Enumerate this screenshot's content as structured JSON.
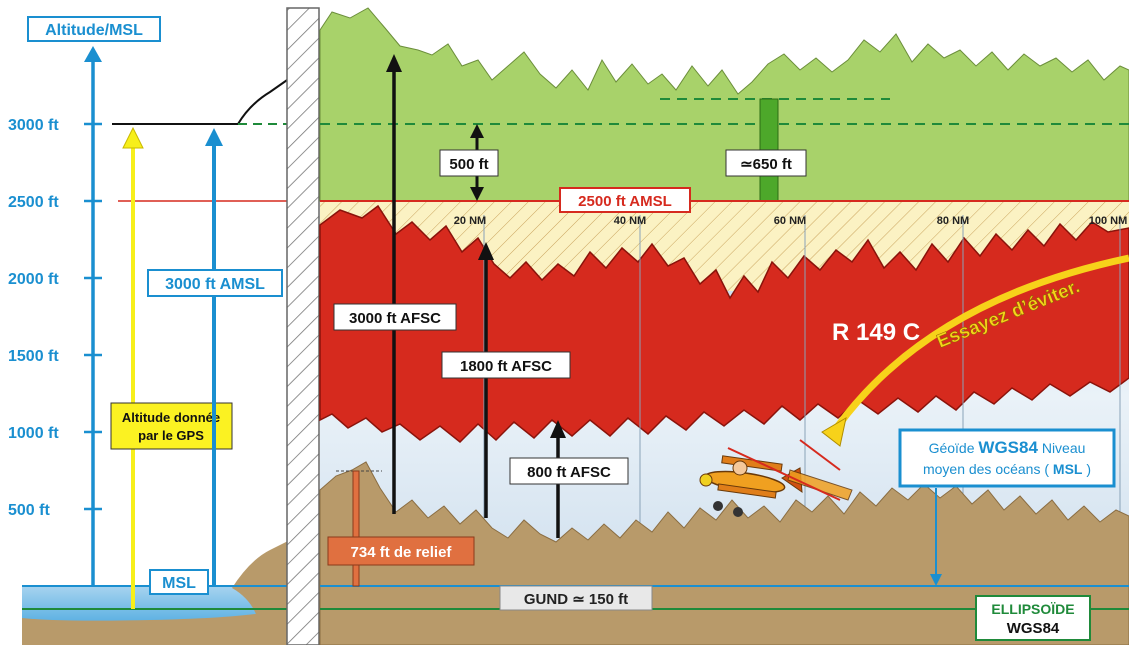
{
  "axis": {
    "title": "Altitude/MSL",
    "ticks": [
      "3000 ft",
      "2500 ft",
      "2000 ft",
      "1500 ft",
      "1000 ft",
      "500 ft"
    ]
  },
  "left_panel": {
    "amsl_label": "3000 ft AMSL",
    "gps_label_line1": "Altitude donnée",
    "gps_label_line2": "par le GPS",
    "msl_label": "MSL"
  },
  "main": {
    "label_500": "500 ft",
    "label_650": "≃650 ft",
    "label_2500_amsl": "2500 ft AMSL",
    "distance_markers": [
      "20 NM",
      "40 NM",
      "60 NM",
      "80 NM",
      "100 NM"
    ],
    "label_3000_afsc": "3000 ft AFSC",
    "label_1800_afsc": "1800 ft AFSC",
    "label_800_afsc": "800 ft AFSC",
    "zone_name": "R 149 C",
    "zone_warning": "Essayez d’éviter.",
    "geoid_line1_pre": "Géoïde ",
    "geoid_line1_bold": "WGS84",
    "geoid_line1_post": " Niveau",
    "geoid_line2_pre": "moyen des océans  ( ",
    "geoid_line2_bold": "MSL",
    "geoid_line2_post": " )",
    "relief_label": "734 ft de relief",
    "gund_label": "GUND ≃ 150 ft",
    "ellipsoid_line1": "ELLIPSOÏDE",
    "ellipsoid_line2": "WGS84"
  },
  "colors": {
    "altitude_blue": "#1a8fd0",
    "green_zone": "#a8d26a",
    "restricted_red": "#d62a1e",
    "terrain_brown": "#b89a6a",
    "gps_yellow": "#f7ef1a",
    "relief_orange": "#e07040",
    "ellipsoid_green": "#1f8a3a"
  }
}
